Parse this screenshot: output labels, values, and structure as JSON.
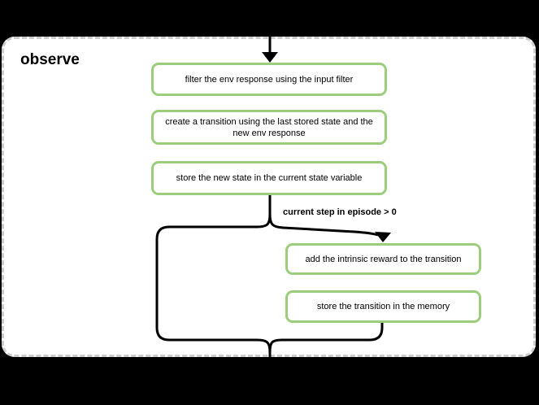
{
  "diagram": {
    "title": "observe",
    "condition_label": "current step in episode > 0",
    "nodes": [
      {
        "id": "filter-env-response",
        "label": "filter the env response using the input filter"
      },
      {
        "id": "create-transition",
        "label": "create a transition using the last stored state and the\nnew env response"
      },
      {
        "id": "store-new-state",
        "label": "store the new state in the current state variable"
      },
      {
        "id": "add-intrinsic-reward",
        "label": "add the intrinsic reward to the transition"
      },
      {
        "id": "store-transition",
        "label": "store the transition in the memory"
      }
    ],
    "colors": {
      "page_background": "#000000",
      "container_fill": "#ffffff",
      "container_border": "#cccccc",
      "node_border": "#9ccd7c",
      "node_fill": "#ffffff",
      "connector": "#000000",
      "text": "#000000"
    }
  }
}
